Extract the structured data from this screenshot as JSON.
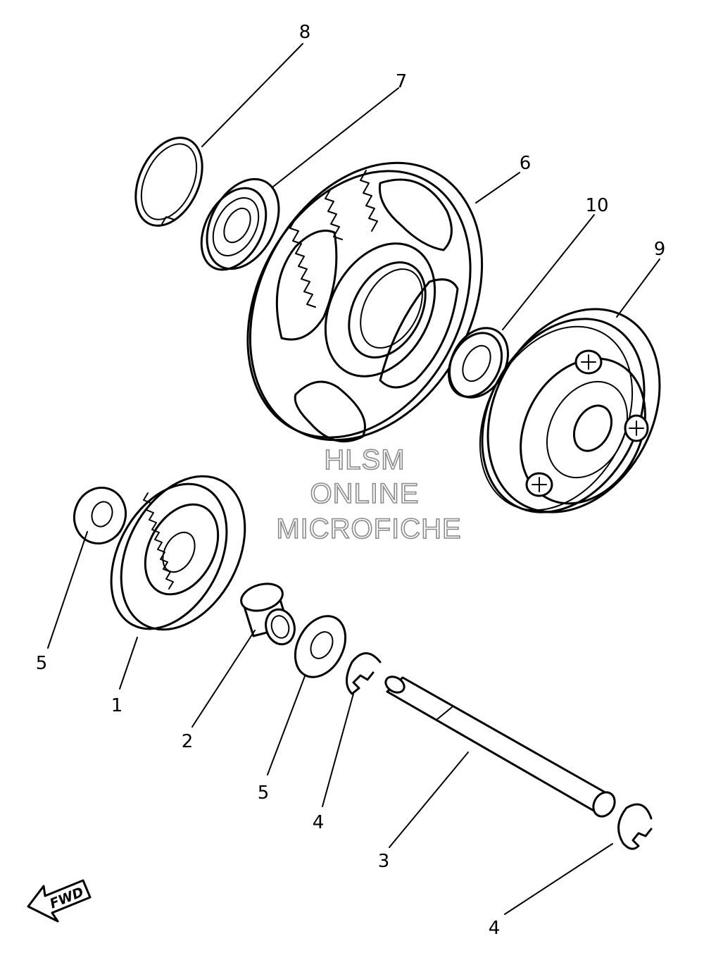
{
  "callouts": {
    "c1": "1",
    "c2": "2",
    "c3": "3",
    "c4a": "4",
    "c4b": "4",
    "c5a": "5",
    "c5b": "5",
    "c6": "6",
    "c7": "7",
    "c8": "8",
    "c9": "9",
    "c10": "10"
  },
  "watermark": {
    "line1": "HLSM",
    "line2": "ONLINE",
    "line3": "MICROFICHE"
  },
  "fwd_label": "FWD"
}
